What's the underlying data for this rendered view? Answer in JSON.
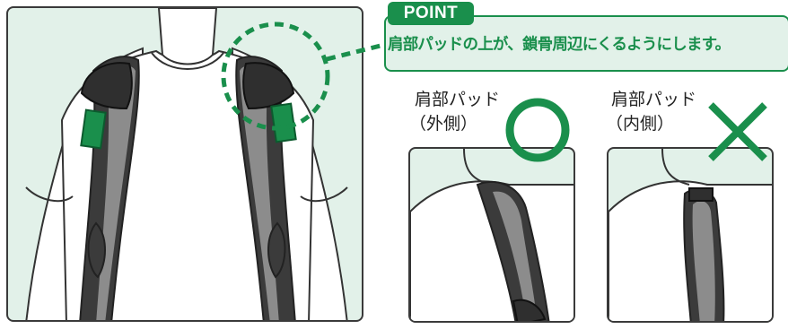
{
  "point": {
    "tag": "POINT",
    "text": "肩部パッドの上が、鎖骨周辺にくるようにします。"
  },
  "good_example": {
    "label_line1": "肩部パッド",
    "label_line2": "（外側）",
    "mark": "circle"
  },
  "bad_example": {
    "label_line1": "肩部パッド",
    "label_line2": "（内側）",
    "mark": "cross"
  },
  "colors": {
    "accent_green": "#1a8f4c",
    "background_mint": "#e2f1e9",
    "strap_dark": "#3a3a3a",
    "strap_gray": "#8c8c8c"
  },
  "icons": [
    "circle-ok-icon",
    "cross-ng-icon",
    "dashed-highlight-circle"
  ]
}
